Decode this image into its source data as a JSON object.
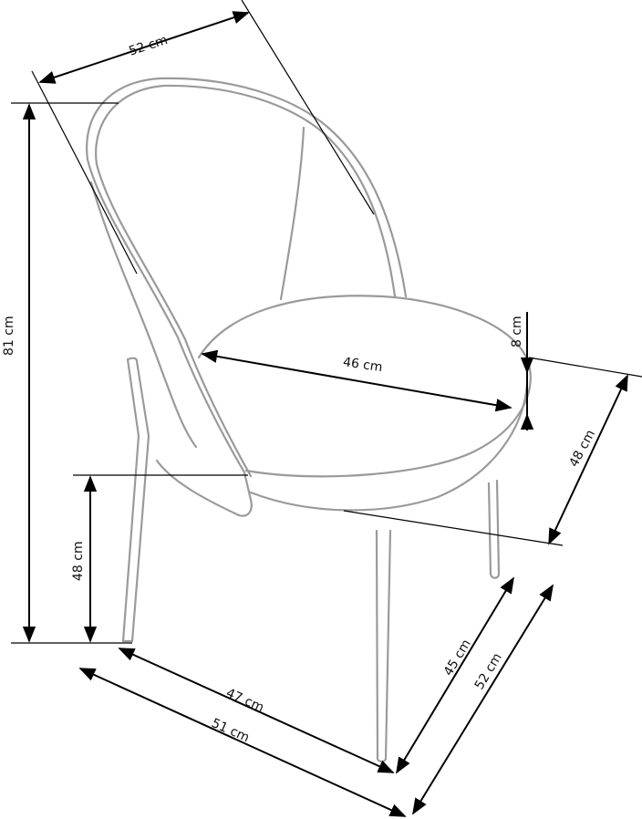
{
  "diagram": {
    "subject": "chair",
    "line_color": "#9a9a9a",
    "dimension_color": "#000000",
    "dimensions": {
      "back_width": "52 cm",
      "total_height": "81 cm",
      "seat_width": "46 cm",
      "seat_thickness": "8 cm",
      "seat_depth": "48 cm",
      "seat_height": "48 cm",
      "leg_span_width": "47 cm",
      "overall_width": "51 cm",
      "leg_span_depth": "45 cm",
      "overall_depth": "52 cm"
    }
  }
}
